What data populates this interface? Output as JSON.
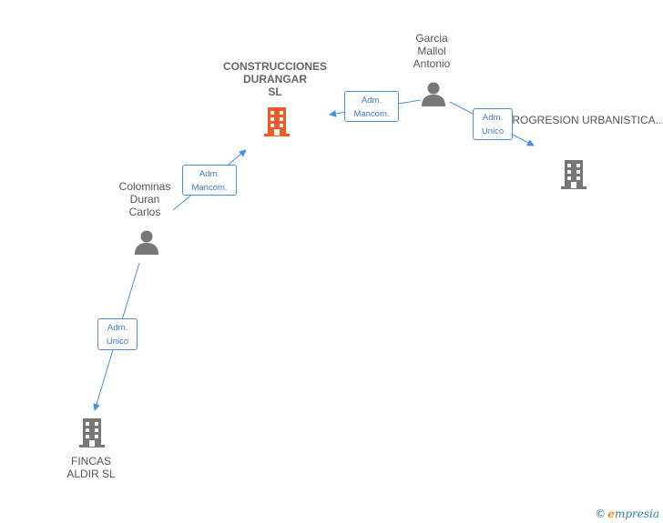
{
  "nodes": {
    "construcciones": {
      "label": "CONSTRUCCIONES\nDURANGAR\nSL",
      "icon": "building-icon",
      "color": "#f05a28"
    },
    "garcia": {
      "label": "Garcia\nMallol\nAntonio",
      "icon": "person-icon",
      "color": "#777777"
    },
    "tgv": {
      "label": "TGV\nPROGRESION\nURBANISTICA...",
      "icon": "building-icon",
      "color": "#777777"
    },
    "colominas": {
      "label": "Colominas\nDuran\nCarlos",
      "icon": "person-icon",
      "color": "#777777"
    },
    "fincas": {
      "label": "FINCAS\nALDIR  SL",
      "icon": "building-icon",
      "color": "#777777"
    }
  },
  "edges": {
    "garcia_construcciones": {
      "label": "Adm.\nMancom."
    },
    "garcia_tgv": {
      "label": "Adm.\nUnico"
    },
    "colominas_construcciones": {
      "label": "Adm.\nMancom."
    },
    "colominas_fincas": {
      "label": "Adm.\nUnico"
    }
  },
  "colors": {
    "edge": "#4a90d9"
  },
  "credit": {
    "symbol": "©",
    "first_letter": "e",
    "rest": "mpresia"
  }
}
